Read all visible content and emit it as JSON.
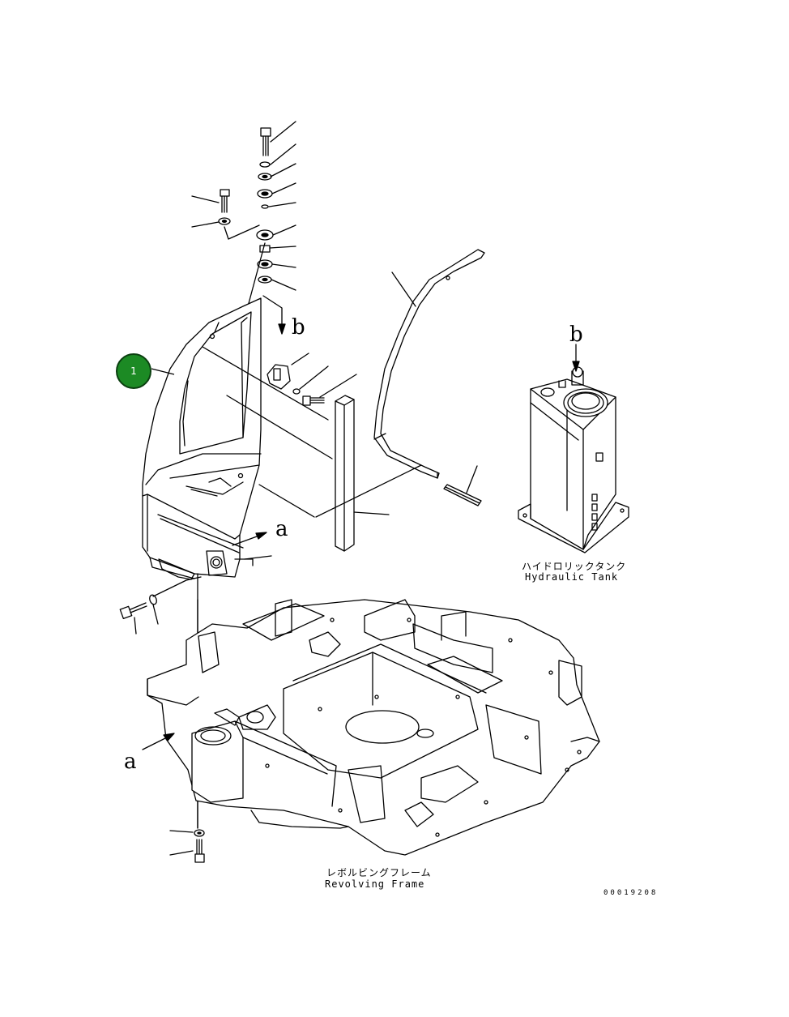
{
  "callout": {
    "number": "1"
  },
  "references": {
    "b_top": "b",
    "b_tank": "b",
    "a_right": "a",
    "a_left": "a"
  },
  "labels": {
    "hydraulic_tank_jp": "ハイドロリックタンク",
    "hydraulic_tank_en": "Hydraulic Tank",
    "revolving_frame_jp": "レボルビングフレーム",
    "revolving_frame_en": "Revolving Frame",
    "drawing_number": "00019208"
  },
  "icons": [
    "bolt-icon",
    "washer-icon",
    "nut-icon",
    "arrow-icon"
  ]
}
